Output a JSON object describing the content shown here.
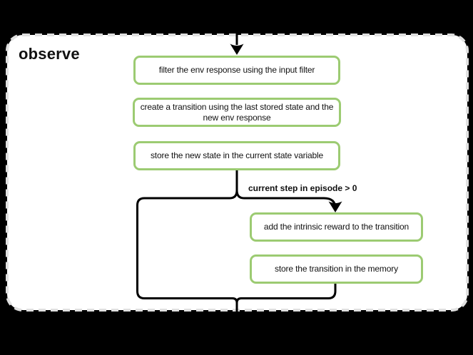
{
  "diagram": {
    "title": "observe",
    "nodes": [
      {
        "label": "filter the env response using the input filter"
      },
      {
        "label": "create a transition using the last stored state and the new env response"
      },
      {
        "label": "store the new state in the current state variable"
      },
      {
        "label": "add the intrinsic reward to the transition"
      },
      {
        "label": "store the transition in the memory"
      }
    ],
    "condition_label": "current step in episode > 0",
    "colors": {
      "page_bg": "#000000",
      "container_bg": "#ffffff",
      "container_border": "#e0e0e0",
      "node_border": "#9ccb72",
      "node_bg": "#ffffff",
      "text": "#111111",
      "connector": "#000000"
    }
  }
}
